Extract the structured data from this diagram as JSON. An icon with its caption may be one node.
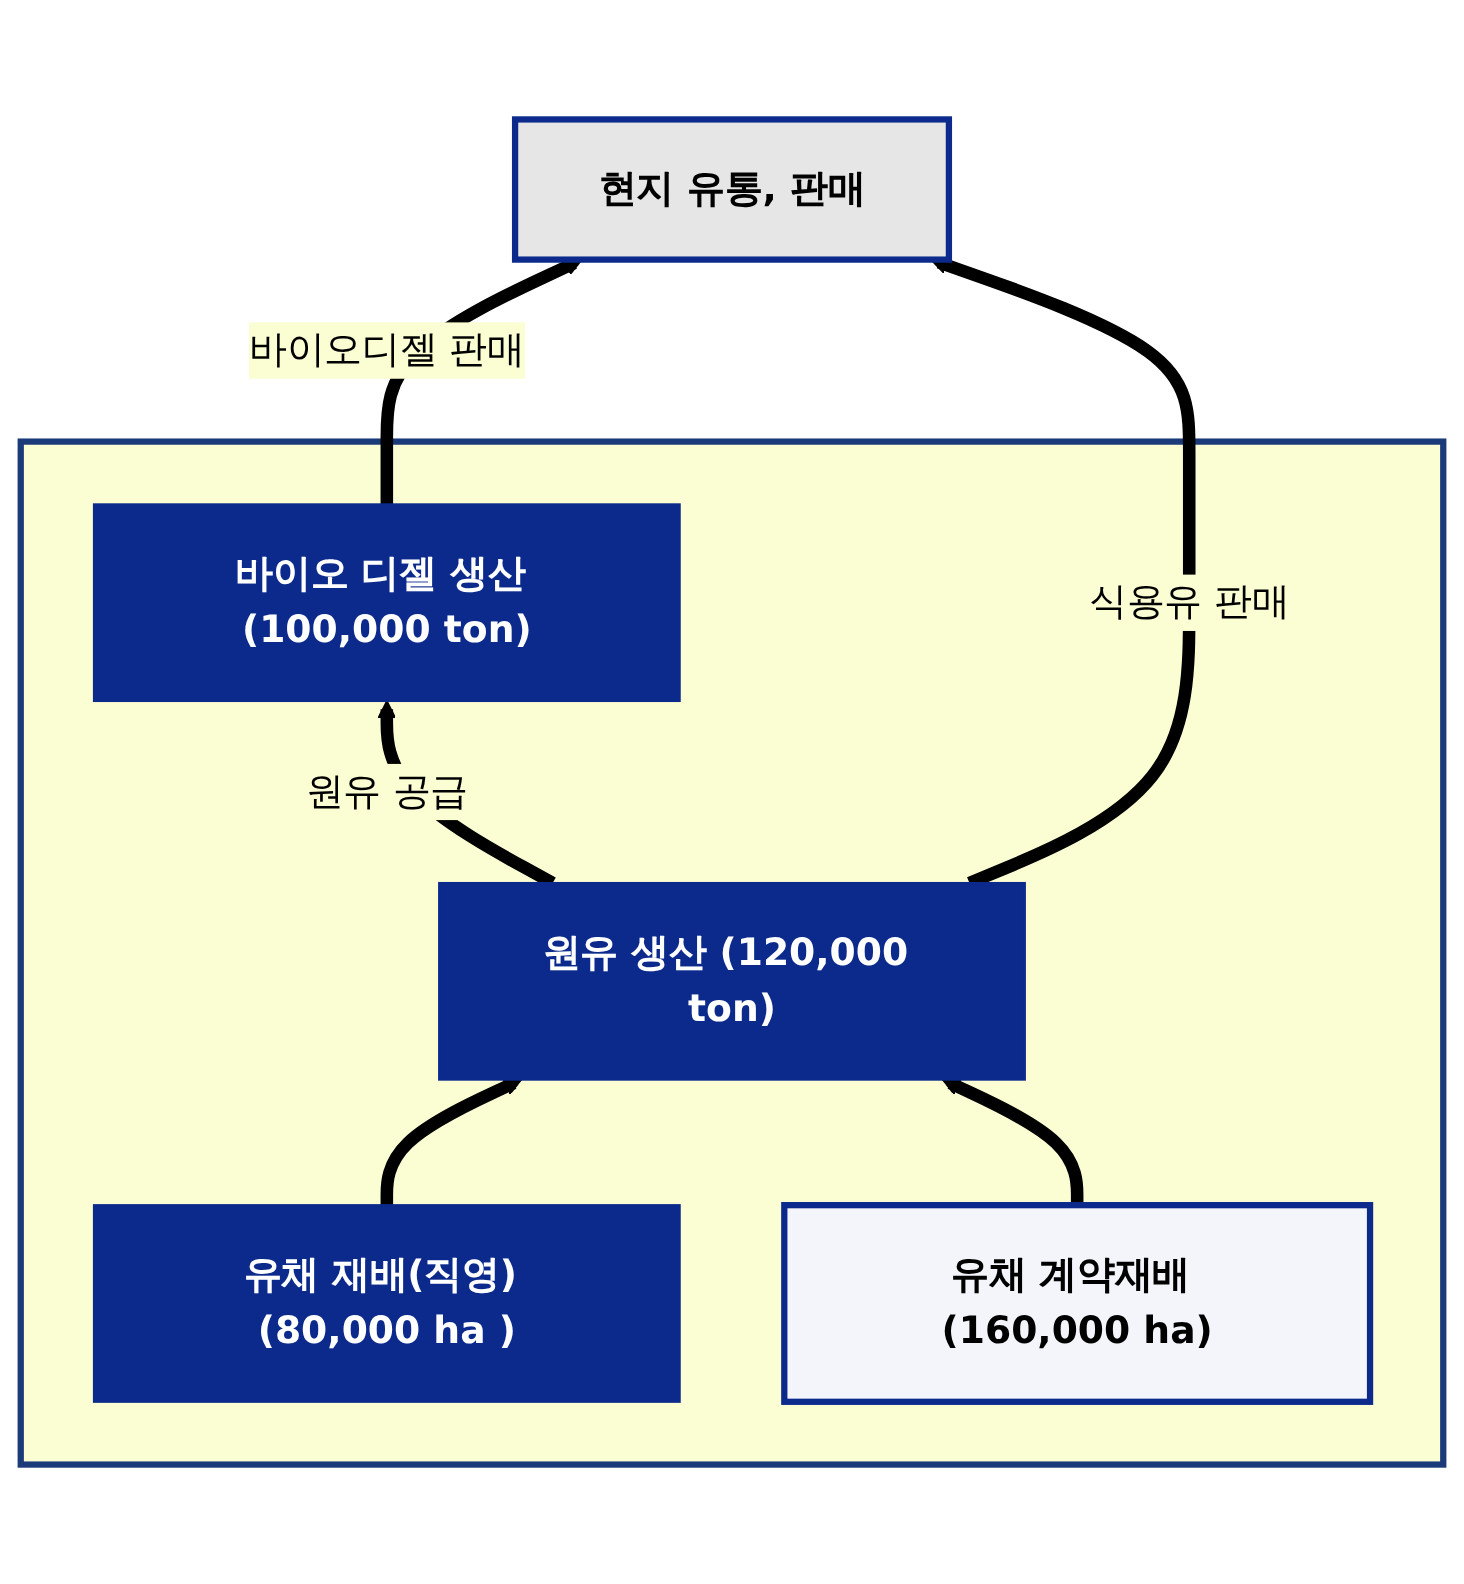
{
  "diagram": {
    "nodes": [
      {
        "text": [
          "현지 유통, 판매"
        ]
      },
      {
        "text": [],
        "shape": "box"
      },
      {
        "text": [
          "바이오 디젤 생산 (100,000 ton)"
        ],
        "in": 1
      },
      {
        "text": [
          "원유 생산 (120,000 ton)"
        ],
        "in": 1
      },
      {
        "text": [
          "유채 재배(직영) (80,000 ha )"
        ],
        "in": 1
      },
      {
        "text": [
          "유채 계약재배 (160,000 ha)"
        ],
        "in": 1
      }
    ],
    "edges": [
      {
        "from": 2,
        "to": 0,
        "arrow": "to",
        "label": "바이오디젤 판매"
      },
      {
        "from": 3,
        "to": 2,
        "arrow": "to",
        "label": "원유 공급"
      },
      {
        "from": 3,
        "to": 0,
        "arrow": "to",
        "label": "식용유 판매"
      },
      {
        "from": 4,
        "to": 3,
        "arrow": "to"
      },
      {
        "from": 5,
        "to": 3,
        "arrow": "to"
      }
    ]
  }
}
